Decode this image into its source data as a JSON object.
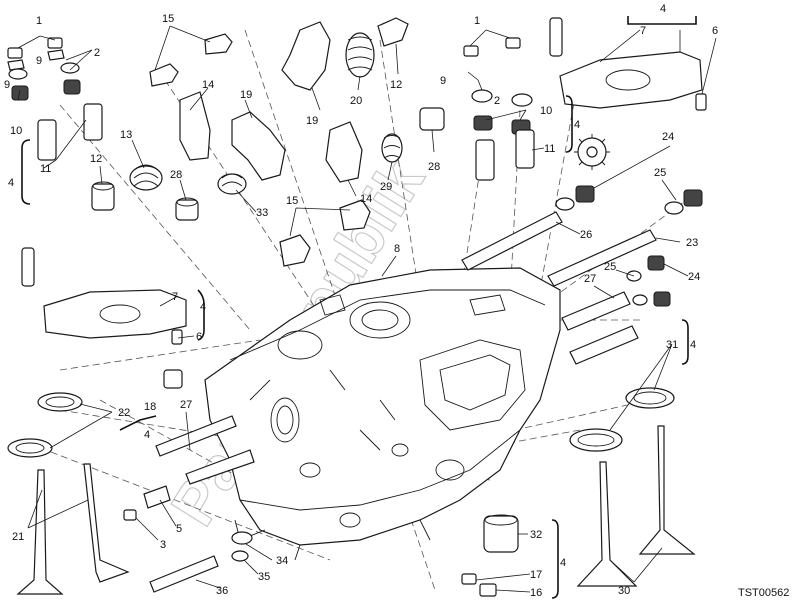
{
  "watermark": "PartsRepublik",
  "reference_code": "TST00562",
  "callouts": {
    "c1a": "1",
    "c9a": "9",
    "c2a": "2",
    "c10a": "10",
    "c11a": "11",
    "c4a": "4",
    "c15a": "15",
    "c14": "14",
    "c19a": "19",
    "c13": "13",
    "c12a": "12",
    "c28a": "28",
    "c33": "33",
    "c19b": "19",
    "c20": "20",
    "c12b": "12",
    "c29": "29",
    "c28b": "28",
    "c14b": "14",
    "c1b": "1",
    "c9b": "9",
    "c2b": "2",
    "c10b": "10",
    "c11b": "11",
    "c4b": "4",
    "c7a": "7",
    "c4c": "4",
    "c6a": "6",
    "c24a": "24",
    "c25a": "25",
    "c26": "26",
    "c23": "23",
    "c15b": "15",
    "c8": "8",
    "c27a": "27",
    "c25b": "25",
    "c24b": "24",
    "c7b": "7",
    "c4d": "4",
    "c6b": "6",
    "c31": "31",
    "c4e": "4",
    "c22": "22",
    "c18": "18",
    "c4f": "4",
    "c27b": "27",
    "c21": "21",
    "c3": "3",
    "c5": "5",
    "c34": "34",
    "c35": "35",
    "c36": "36",
    "c32": "32",
    "c17": "17",
    "c16": "16",
    "c4g": "4",
    "c30": "30"
  },
  "icons": {
    "gear": "gear-icon"
  }
}
